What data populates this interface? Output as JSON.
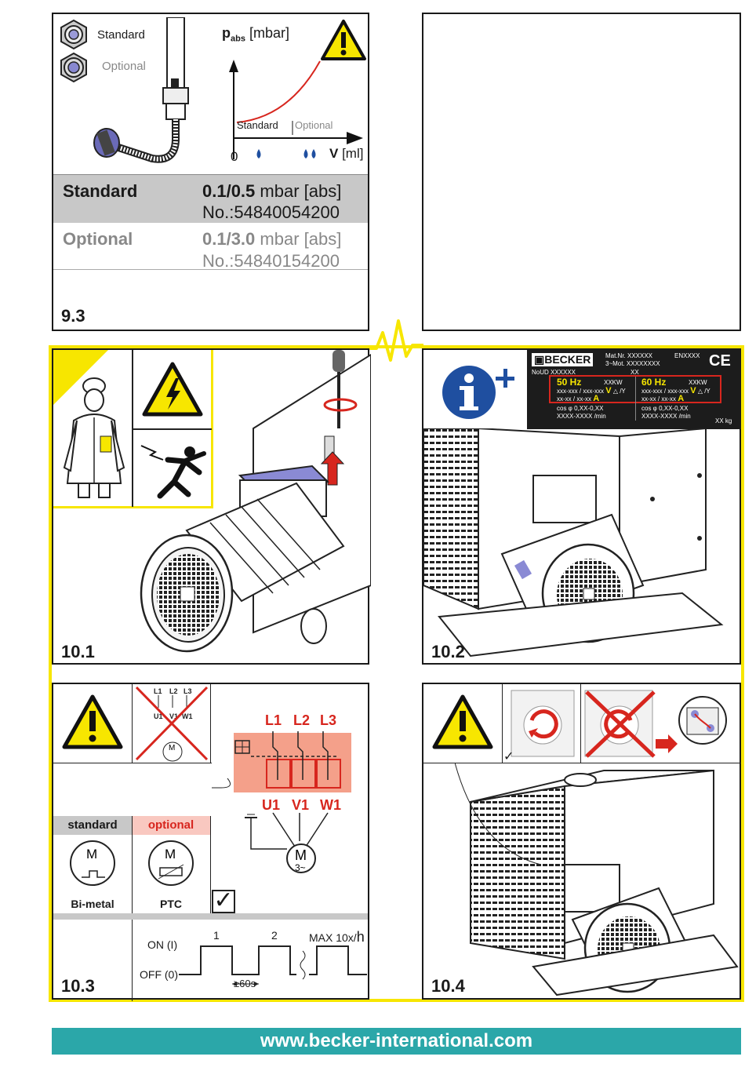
{
  "fig93": {
    "legend_standard": "Standard",
    "legend_optional": "Optional",
    "chart_y_prefix": "p",
    "chart_y_sub": "abs",
    "chart_y_unit": "[mbar]",
    "chart_x_label": "V",
    "chart_x_unit": "[ml]",
    "chart_zero": "0",
    "chart_standard": "Standard",
    "chart_optional": "Optional",
    "rows": [
      {
        "name": "Standard",
        "value_bold": "0.1/0.5",
        "value_unit": " mbar [abs]",
        "number": "No.:54840054200"
      },
      {
        "name": "Optional",
        "value_bold": "0.1/3.0",
        "value_unit": " mbar [abs]",
        "number": "No.:54840154200"
      }
    ],
    "number": "9.3"
  },
  "fig101": {
    "number": "10.1"
  },
  "fig102": {
    "number": "10.2",
    "plate": {
      "brand": "BECKER",
      "matnr": "Mat.Nr. XXXXXX",
      "motor": "3~Mot. XXXXXXXX",
      "motor_xx": "XX",
      "enx": "ENXXXX",
      "ce": "CE",
      "noud": "NoUD XXXXXX",
      "left_hz": "50 Hz",
      "right_hz": "60 Hz",
      "kw": "XXKW",
      "volt": "xxx-xxx / xxx-xxx",
      "v": "V",
      "delta_y": "△ /Y",
      "amp": "xx-xx / xx-xx",
      "a": "A",
      "cos": "cos φ 0,XX-0,XX",
      "rpm": "XXXX-XXXX /min",
      "weight": "XX kg"
    }
  },
  "fig103": {
    "number": "10.3",
    "l_labels": [
      "L1",
      "L2",
      "L3"
    ],
    "u_labels": [
      "U1",
      "V1",
      "W1"
    ],
    "m_label": "M",
    "m_sub": "3~",
    "standard_header": "standard",
    "optional_header": "optional",
    "bimetal": "Bi-metal",
    "ptc": "PTC",
    "on_label": "ON (I)",
    "off_label": "OFF (0)",
    "pulse1": "1",
    "pulse2": "2",
    "max_label": "MAX 10x/",
    "max_h": "h",
    "interval": "≥60s"
  },
  "fig104": {
    "number": "10.4"
  },
  "footer": {
    "url": "www.becker-international.com"
  },
  "colors": {
    "accent_yellow": "#f7e600",
    "red": "#d7261e",
    "teal": "#2ba7a9",
    "blue_info": "#1f4fa0",
    "salmon": "#f4a08a"
  }
}
